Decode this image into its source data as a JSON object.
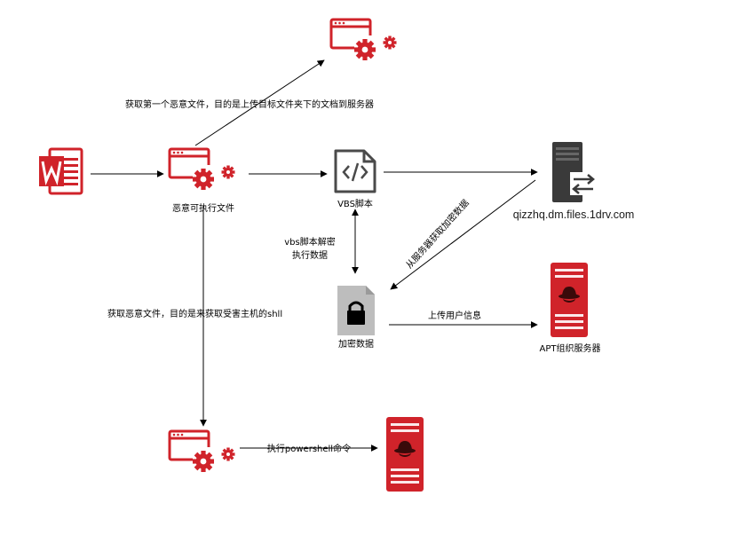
{
  "icons": {
    "word_doc": "word-document-icon",
    "malware_exe": "malicious-executable-icon",
    "vbs_script": "code-file-icon",
    "encrypted": "encrypted-file-icon",
    "cloud_server": "server-transfer-icon",
    "apt_server": "apt-server-icon",
    "exe_top": "malicious-executable-icon",
    "exe_bottom": "malicious-executable-icon",
    "server_bottom": "apt-server-icon"
  },
  "colors": {
    "malicious_red": "#d0232a",
    "neutral_dark": "#404040",
    "lock_gray": "#bdbdbd"
  },
  "nodes": {
    "exe_label": "恶意可执行文件",
    "vbs_label": "VBS脚本",
    "encrypted_label": "加密数据",
    "cloud_server_label": "qizzhq.dm.files.1drv.com",
    "apt_server_label": "APT组织服务器"
  },
  "edges": {
    "to_top_exe": "获取第一个恶意文件，目的是上传目标文件夹下的文档到服务器",
    "vbs_decrypt_line1": "vbs脚本解密",
    "vbs_decrypt_line2": "执行数据",
    "server_fetch": "从服务器获取加密数据",
    "upload_user": "上传用户信息",
    "to_bottom_exe": "获取恶意文件，目的是来获取受害主机的shll",
    "exec_powershell": "执行powershell命令"
  }
}
